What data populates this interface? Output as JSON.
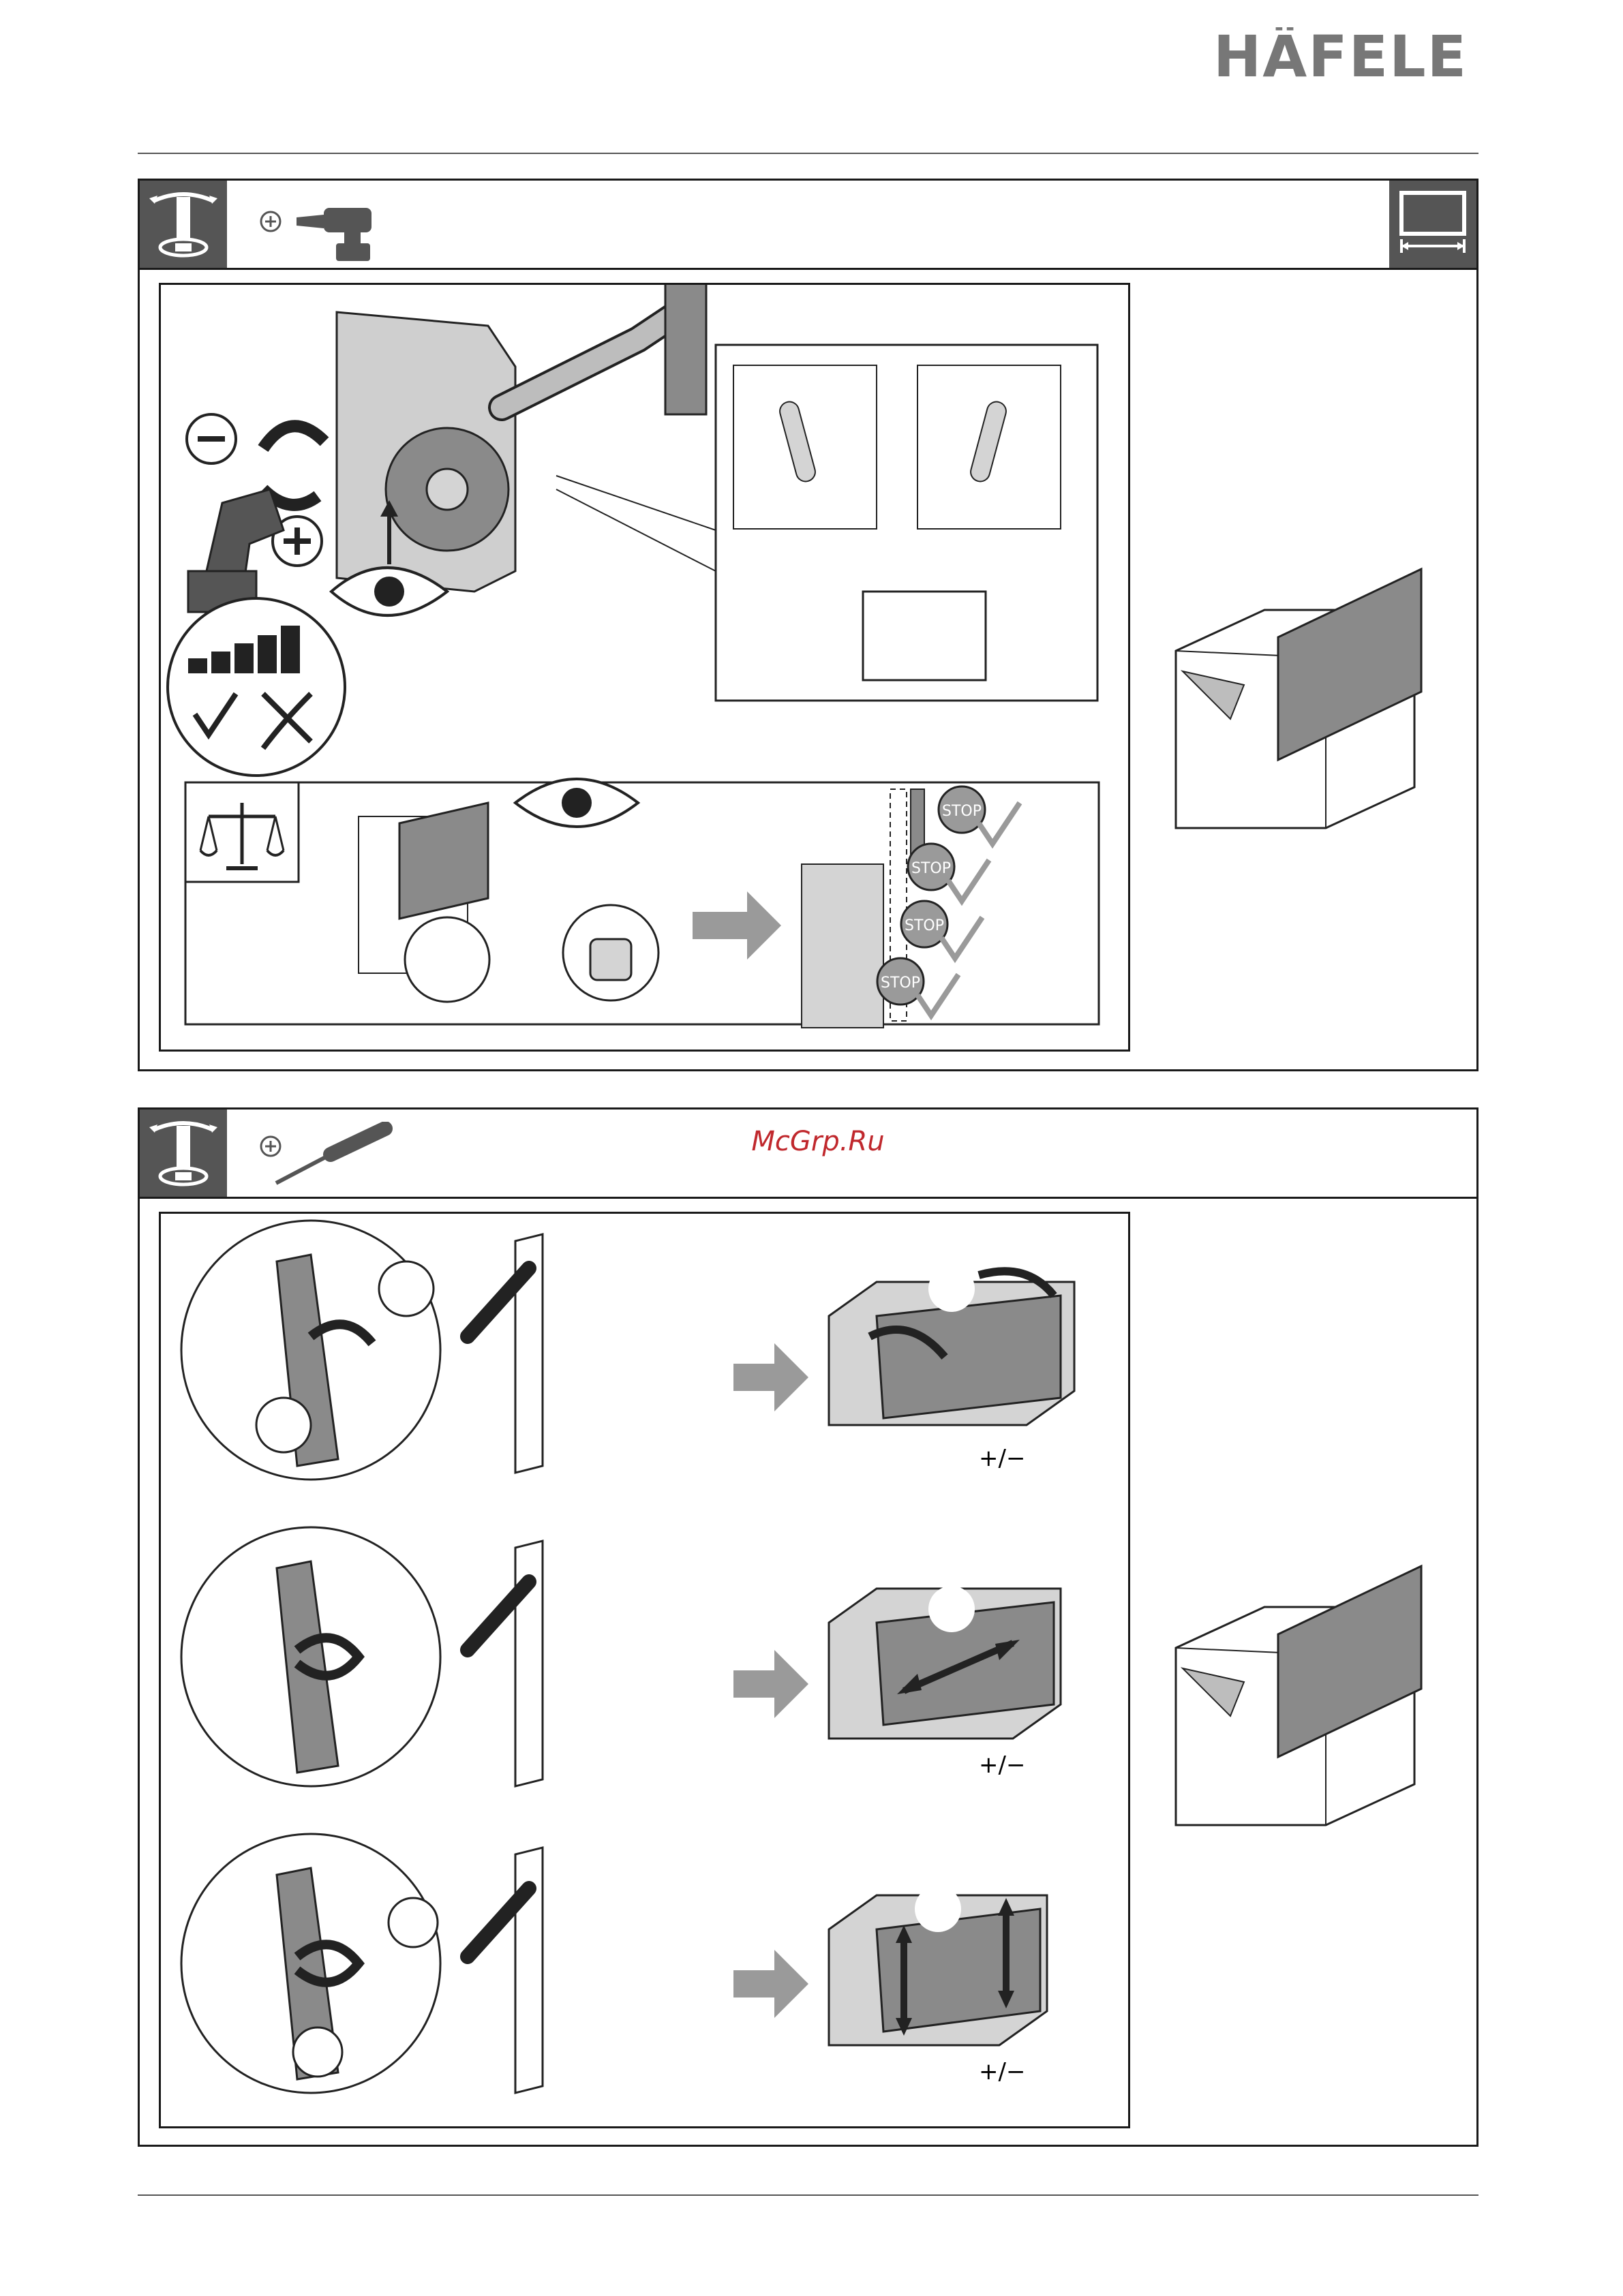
{
  "brand": {
    "logo_text": "HÄFELE",
    "color": "#7a7a7a"
  },
  "watermark": "McGrp.Ru",
  "step1": {
    "header_icons": [
      "adjust-icon",
      "screw-plus-icon",
      "cordless-drill-icon",
      "width-measure-icon"
    ],
    "minus_symbol": "−",
    "plus_symbol": "+",
    "stop_label": "STOP"
  },
  "step2": {
    "header_icons": [
      "adjust-icon",
      "screwdriver-icon"
    ],
    "adjust_rows": [
      {
        "label": "+/−",
        "direction": "tilt"
      },
      {
        "label": "+/−",
        "direction": "horizontal"
      },
      {
        "label": "+/−",
        "direction": "vertical"
      }
    ]
  },
  "colors": {
    "dark_gray": "#555555",
    "mid_gray": "#8a8a8a",
    "light_gray": "#d4d4d4",
    "accent_red": "#c0282d"
  }
}
